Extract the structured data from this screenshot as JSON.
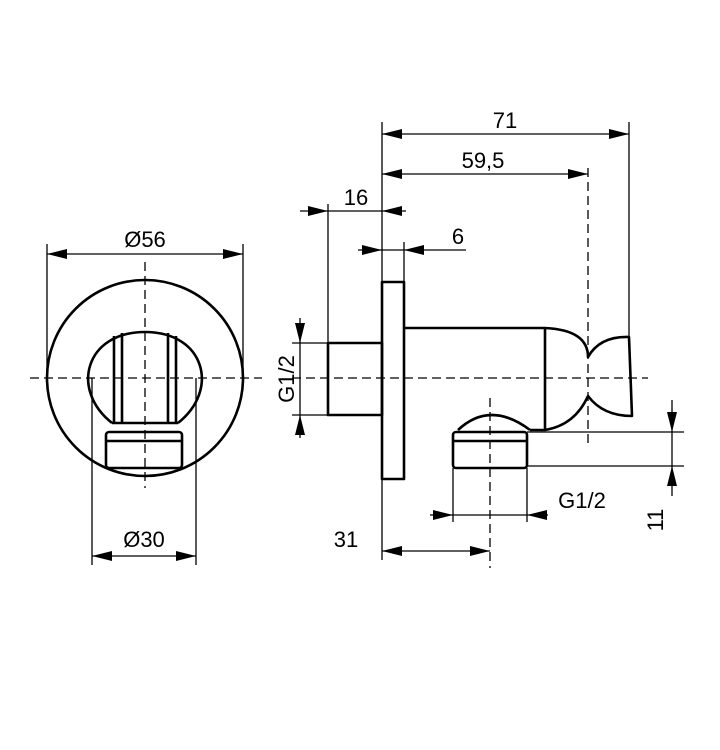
{
  "dimensions": {
    "front_outer_diameter": "Ø56",
    "front_inner_diameter": "Ø30",
    "overall_length": "71",
    "holder_length": "59,5",
    "inlet_thread_length": "16",
    "flange_thickness": "6",
    "inlet_thread": "G1/2",
    "outlet_offset": "31",
    "outlet_thread": "G1/2",
    "outlet_height": "11"
  }
}
